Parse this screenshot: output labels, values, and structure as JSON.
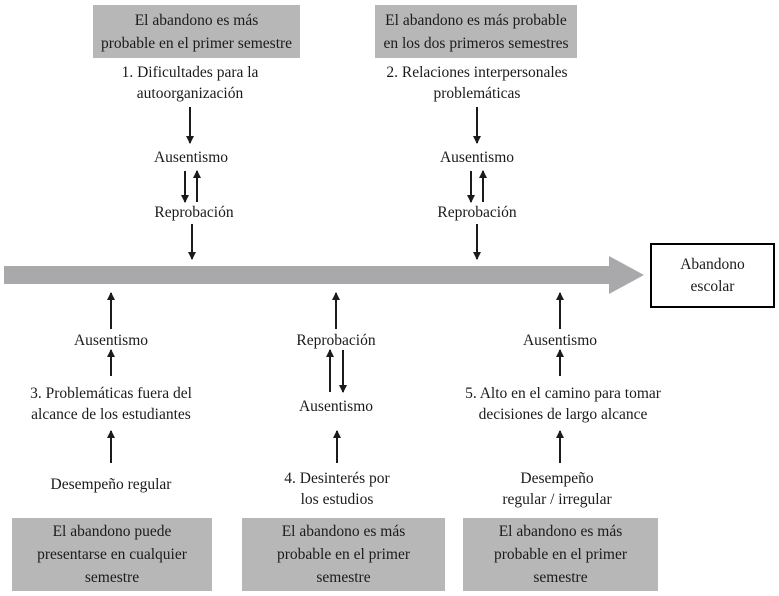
{
  "diagram": {
    "endpoint_box": "Abandono\nescolar",
    "top_row": {
      "col1": {
        "semester_box": "El abandono es más\nprobable en el primer semestre",
        "cause": "1. Dificultades para la\nautoorganización",
        "node_a": "Ausentismo",
        "node_b": "Reprobación"
      },
      "col2": {
        "semester_box": "El abandono es más probable\nen los dos primeros semestres",
        "cause": "2. Relaciones interpersonales\nproblemáticas",
        "node_a": "Ausentismo",
        "node_b": "Reprobación"
      }
    },
    "bottom_row": {
      "col1": {
        "node_a": "Ausentismo",
        "cause": "3. Problemáticas fuera del\nalcance de los estudiantes",
        "performance": "Desempeño regular",
        "semester_box": "El abandono puede\npresentarse en cualquier\nsemestre"
      },
      "col2": {
        "node_a": "Reprobación",
        "node_b": "Ausentismo",
        "cause": "4. Desinterés por\nlos estudios",
        "semester_box": "El abandono es más\nprobable en el primer\nsemestre"
      },
      "col3": {
        "node_a": "Ausentismo",
        "cause": "5. Alto en el camino para tomar\ndecisiones de largo alcance",
        "performance": "Desempeño\nregular / irregular",
        "semester_box": "El abandono es más\nprobable en el primer\nsemestre"
      }
    },
    "colors": {
      "box_gray": "#b7b7b8",
      "timeline_gray": "#a9a9ab",
      "text": "#1b1b1b"
    }
  }
}
